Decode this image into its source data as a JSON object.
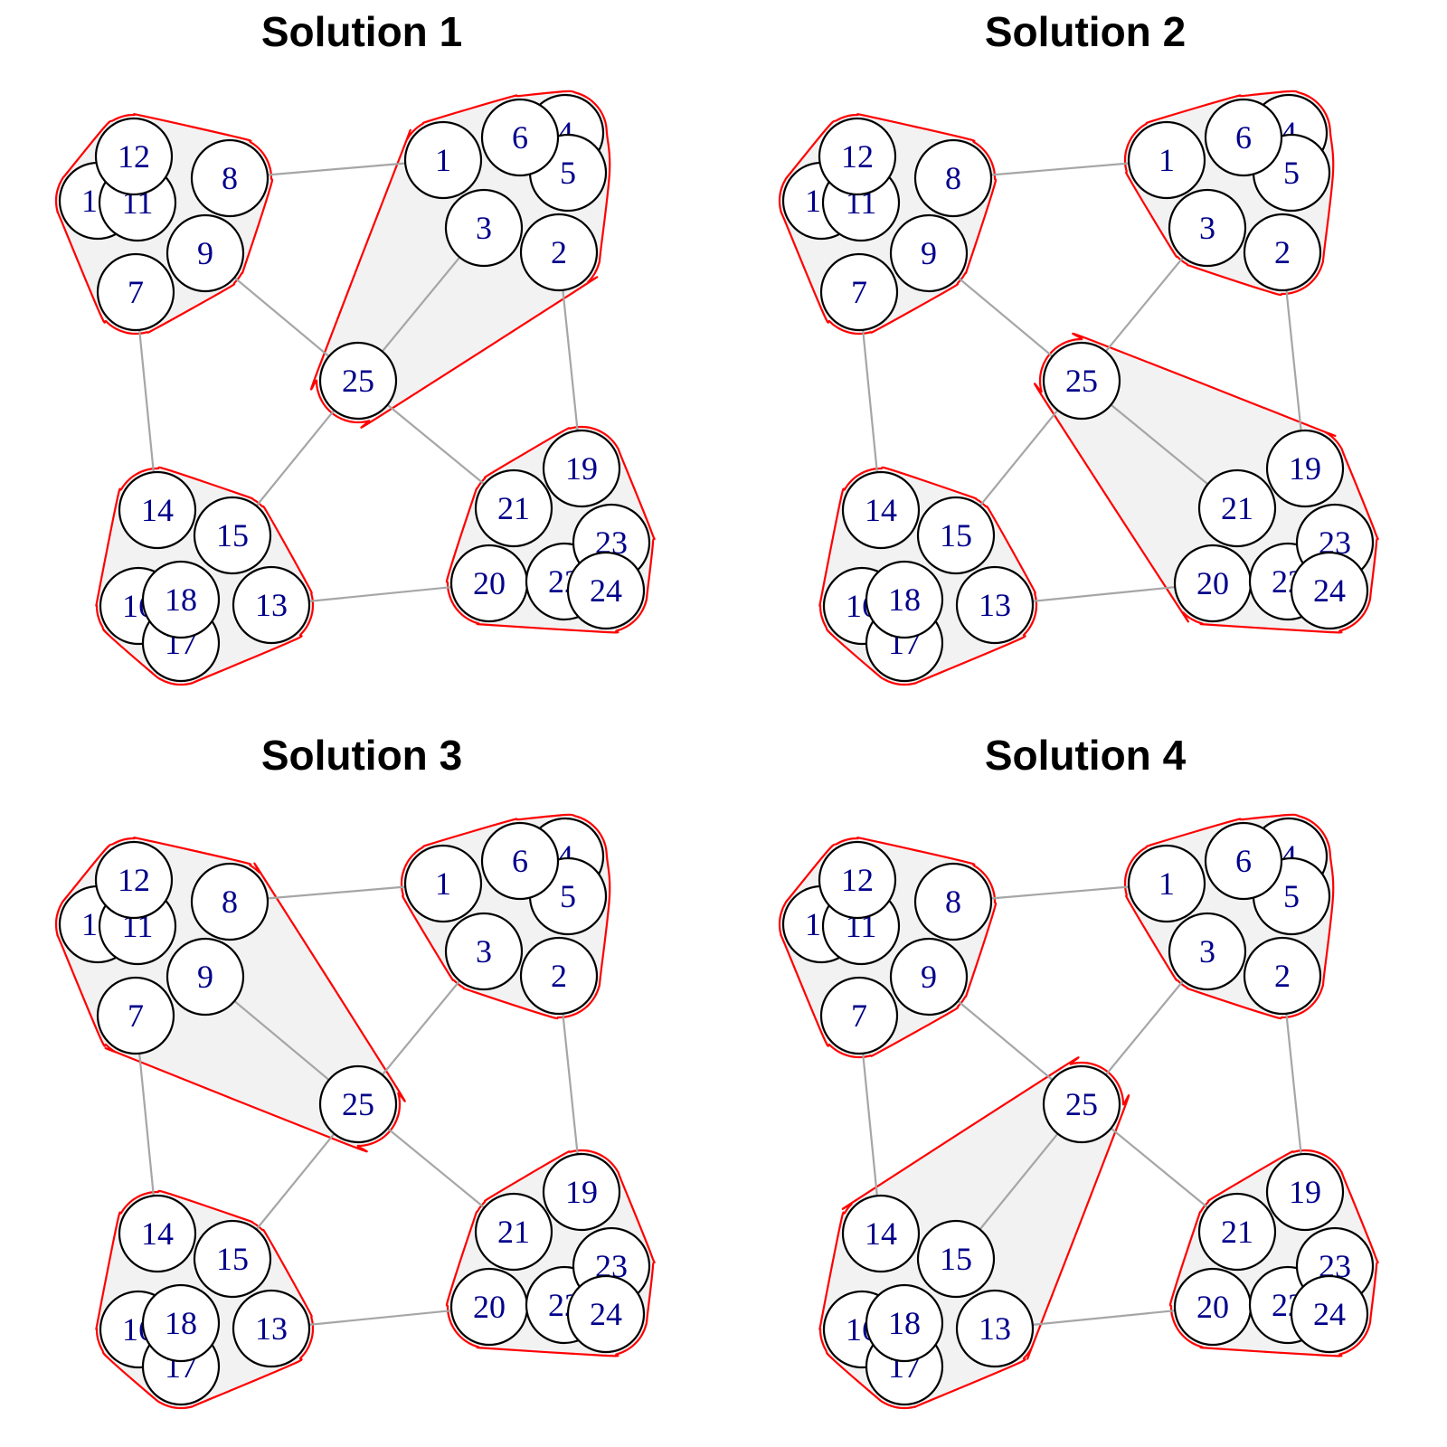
{
  "colors": {
    "edge": "#a6a6a6",
    "hull_fill": "#f2f2f2",
    "hull_stroke": "#ff0000",
    "node_fill": "#ffffff",
    "node_stroke": "#000000",
    "label": "#00008b"
  },
  "nodes": [
    "1",
    "2",
    "3",
    "4",
    "5",
    "6",
    "7",
    "8",
    "9",
    "10",
    "11",
    "12",
    "13",
    "14",
    "15",
    "16",
    "17",
    "18",
    "19",
    "20",
    "21",
    "22",
    "23",
    "24",
    "25"
  ],
  "edges": [
    [
      "1",
      "8"
    ],
    [
      "7",
      "14"
    ],
    [
      "2",
      "19"
    ],
    [
      "13",
      "20"
    ],
    [
      "9",
      "25"
    ],
    [
      "3",
      "25"
    ],
    [
      "15",
      "25"
    ],
    [
      "21",
      "25"
    ]
  ],
  "panels": [
    {
      "title": "Solution 1",
      "groups": [
        [
          "7",
          "8",
          "9",
          "10",
          "11",
          "12"
        ],
        [
          "1",
          "2",
          "3",
          "4",
          "5",
          "6",
          "25"
        ],
        [
          "13",
          "14",
          "15",
          "16",
          "17",
          "18"
        ],
        [
          "19",
          "20",
          "21",
          "22",
          "23",
          "24"
        ]
      ]
    },
    {
      "title": "Solution 2",
      "groups": [
        [
          "7",
          "8",
          "9",
          "10",
          "11",
          "12"
        ],
        [
          "1",
          "2",
          "3",
          "4",
          "5",
          "6"
        ],
        [
          "13",
          "14",
          "15",
          "16",
          "17",
          "18"
        ],
        [
          "19",
          "20",
          "21",
          "22",
          "23",
          "24",
          "25"
        ]
      ]
    },
    {
      "title": "Solution 3",
      "groups": [
        [
          "7",
          "8",
          "9",
          "10",
          "11",
          "12",
          "25"
        ],
        [
          "1",
          "2",
          "3",
          "4",
          "5",
          "6"
        ],
        [
          "13",
          "14",
          "15",
          "16",
          "17",
          "18"
        ],
        [
          "19",
          "20",
          "21",
          "22",
          "23",
          "24"
        ]
      ]
    },
    {
      "title": "Solution 4",
      "groups": [
        [
          "7",
          "8",
          "9",
          "10",
          "11",
          "12"
        ],
        [
          "1",
          "2",
          "3",
          "4",
          "5",
          "6"
        ],
        [
          "13",
          "14",
          "15",
          "16",
          "17",
          "18",
          "25"
        ],
        [
          "19",
          "20",
          "21",
          "22",
          "23",
          "24"
        ]
      ]
    }
  ]
}
